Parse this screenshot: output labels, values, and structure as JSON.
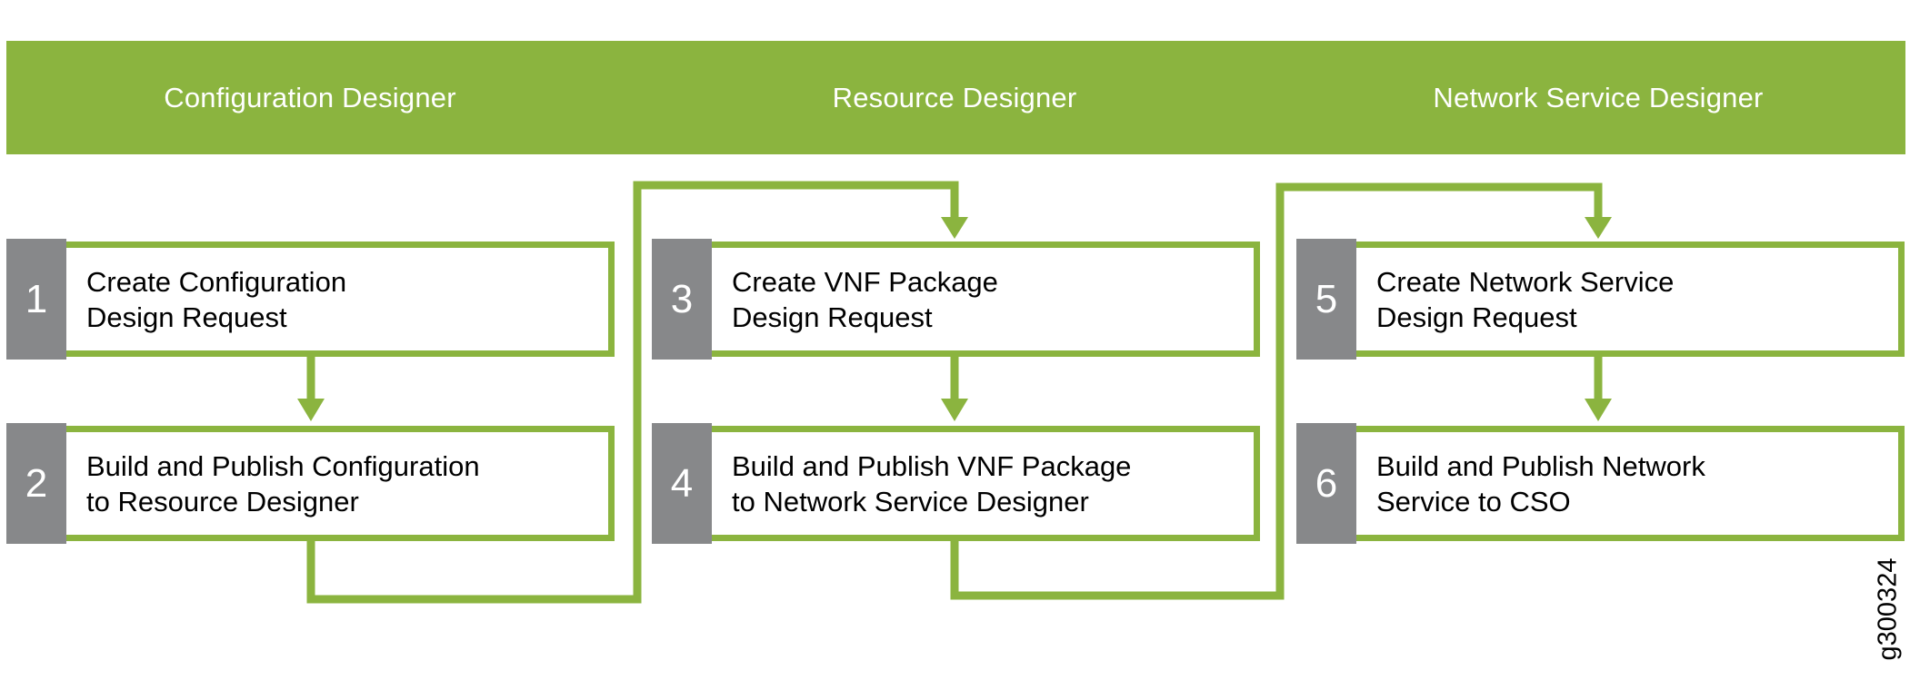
{
  "figure": {
    "id_label": "g300324"
  },
  "palette": {
    "green": "#8BB43F",
    "tab_gray": "#87888A",
    "text_black": "#000000",
    "header_text_white": "#FFFFFF",
    "background": "#FFFFFF"
  },
  "header": {
    "titles": [
      "Configuration Designer",
      "Resource Designer",
      "Network Service Designer"
    ]
  },
  "steps": [
    {
      "number": "1",
      "line1": "Create Configuration",
      "line2": "Design Request"
    },
    {
      "number": "2",
      "line1": "Build and Publish Configuration",
      "line2": "to Resource Designer"
    },
    {
      "number": "3",
      "line1": "Create VNF Package",
      "line2": "Design Request"
    },
    {
      "number": "4",
      "line1": "Build and Publish VNF Package",
      "line2": "to Network Service Designer"
    },
    {
      "number": "5",
      "line1": "Create Network Service",
      "line2": "Design Request"
    },
    {
      "number": "6",
      "line1": "Build and Publish Network",
      "line2": "Service to CSO"
    }
  ]
}
